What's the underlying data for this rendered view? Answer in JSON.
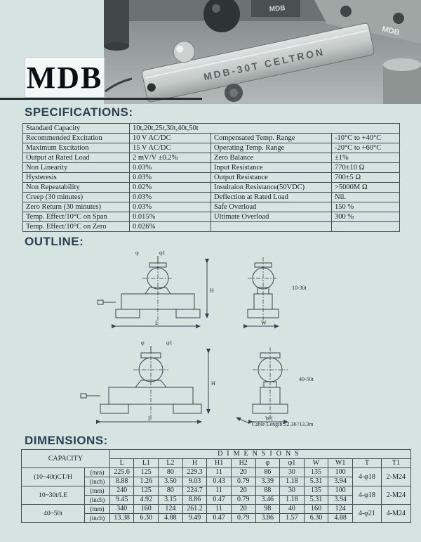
{
  "page": {
    "brand": "MDB"
  },
  "photo": {
    "caption": "MDB-30T CELTRON",
    "mark_left": "MDB",
    "mark_right": "MDB"
  },
  "headings": {
    "specifications": "SPECIFICATIONS:",
    "outline": "OUTLINE:",
    "dimensions": "DIMENSIONS:"
  },
  "spec_table": {
    "capacity_row": {
      "label": "Standard Capacity",
      "value": "10t,20t,25t,30t,40t,50t"
    },
    "rows": [
      {
        "l1": "Recommended Excitation",
        "v1": "10 V AC/DC",
        "l2": "Compensated Temp. Range",
        "v2": "-10°C  to +40°C"
      },
      {
        "l1": "Maximum Excitation",
        "v1": "15 V AC/DC",
        "l2": "Operating Temp. Range",
        "v2": "-20°C  to +60°C"
      },
      {
        "l1": "Output at Rated Load",
        "v1": "2 mV/V ±0.2%",
        "l2": "Zero Balance",
        "v2": "±1%"
      },
      {
        "l1": "Non Linearity",
        "v1": "0.03%",
        "l2": "Input Resistance",
        "v2": "770±10  Ω"
      },
      {
        "l1": "Hysteresis",
        "v1": "0.03%",
        "l2": "Output Resistance",
        "v2": "700±5  Ω"
      },
      {
        "l1": "Non Repeatability",
        "v1": "0.02%",
        "l2": "Insultaion Resistance(50VDC)",
        "v2": ">5000M  Ω"
      },
      {
        "l1": "Creep (30 minutes)",
        "v1": "0.03%",
        "l2": "Deflection at Rated Load",
        "v2": "Nil."
      },
      {
        "l1": "Zero Return (30 minutes)",
        "v1": "0.03%",
        "l2": "Safe Overload",
        "v2": "150 %"
      },
      {
        "l1": "Temp. Effect/10°C  on Span",
        "v1": "0.015%",
        "l2": "Ultimate Overload",
        "v2": "300  %"
      },
      {
        "l1": "Temp. Effect/10°C  on Zero",
        "v1": "0.026%",
        "l2": "",
        "v2": ""
      }
    ]
  },
  "outline": {
    "labels": {
      "phi": "φ",
      "phi1": "φ1",
      "L": "L",
      "H": "H",
      "W": "W",
      "W1": "W1",
      "group_top": "10-30t",
      "group_bottom": "40-50t",
      "cable": "Cable Length:52.36'/13.3m"
    }
  },
  "dim_table": {
    "capacity_header": "CAPACITY",
    "dimensions_header": "DIMENSIONS",
    "columns": [
      "L",
      "L1",
      "L2",
      "H",
      "H1",
      "H2",
      "φ",
      "φ1",
      "W",
      "W1",
      "T",
      "T1"
    ],
    "unit_mm": "(mm)",
    "unit_inch": "(inch)",
    "rows": [
      {
        "capacity": "(10~40t)CT/H",
        "mm": [
          "225.6",
          "125",
          "80",
          "229.3",
          "11",
          "20",
          "86",
          "30",
          "135",
          "100"
        ],
        "inch": [
          "8.88",
          "1.26",
          "3.50",
          "9.03",
          "0.43",
          "0.79",
          "3.39",
          "1.18",
          "5.31",
          "3.94"
        ],
        "t": "4-φ18",
        "t1": "2-M24"
      },
      {
        "capacity": "10~30t/LE",
        "mm": [
          "240",
          "125",
          "80",
          "224.7",
          "11",
          "20",
          "88",
          "30",
          "135",
          "100"
        ],
        "inch": [
          "9.45",
          "4.92",
          "3.15",
          "8.86",
          "0.47",
          "0.79",
          "3.46",
          "1.18",
          "5.31",
          "3.94"
        ],
        "t": "4-φ18",
        "t1": "2-M24"
      },
      {
        "capacity": "40~50t",
        "mm": [
          "340",
          "160",
          "124",
          "261.2",
          "11",
          "20",
          "98",
          "40",
          "160",
          "124"
        ],
        "inch": [
          "13.38",
          "6.30",
          "4.88",
          "9.49",
          "0.47",
          "0.79",
          "3.86",
          "1.57",
          "6.30",
          "4.88"
        ],
        "t": "4-φ21",
        "t1": "4-M24"
      }
    ]
  }
}
